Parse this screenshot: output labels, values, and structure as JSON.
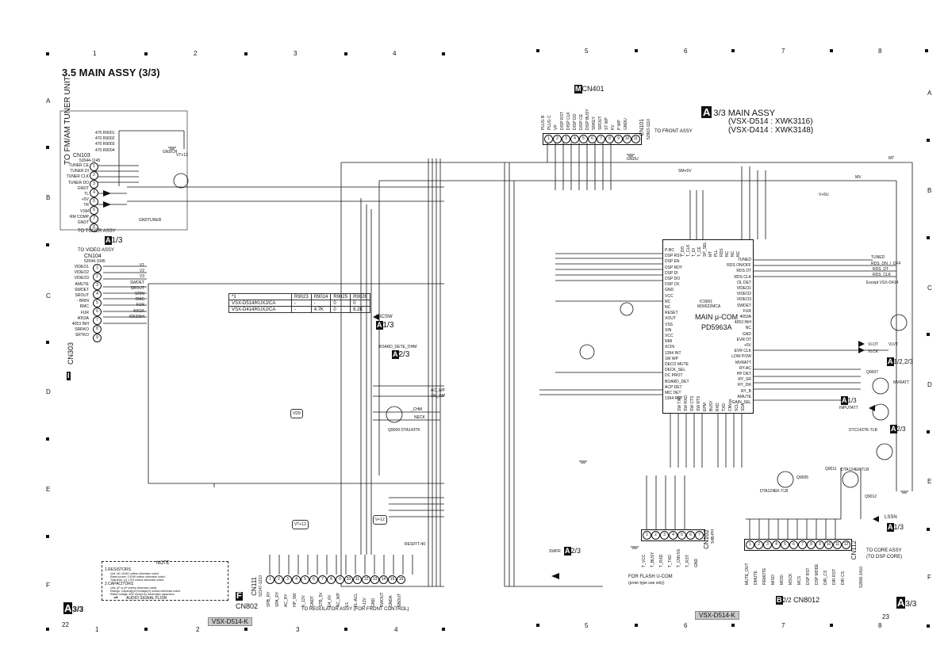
{
  "page": {
    "title": "3.5  MAIN ASSY (3/3)",
    "page_left": "22",
    "page_right": "23",
    "model_label_left": "VSX-D514-K",
    "model_label_right": "VSX-D514-K"
  },
  "grid": {
    "cols_top": [
      "1",
      "2",
      "3",
      "4",
      "5",
      "6",
      "7",
      "8"
    ],
    "cols_bottom": [
      "1",
      "2",
      "3",
      "4",
      "5",
      "6",
      "7",
      "8"
    ],
    "rows": [
      "A",
      "B",
      "C",
      "D",
      "E",
      "F"
    ]
  },
  "headings": {
    "assy_badge": "A",
    "assy_text": "3/3 MAIN ASSY",
    "model1": "(VSX-D514 : XWK3116)",
    "model2": "(VSX-D414 : XWK3148)",
    "cn401_badge": "M",
    "cn401": "CN401",
    "cn101": "CN101",
    "cn101_part": "52903-1110",
    "to_front_assy": "TO FRONT ASSY",
    "to_front_badge": "A",
    "bottom_badge_left": "A",
    "bottom_left_fraction": "3/3",
    "bottom_badge_right": "A",
    "bottom_right_fraction": "3/3"
  },
  "tuner": {
    "unit_label": "TO FM/AM TUNER UNIT",
    "cn103": "CN103",
    "cn103_part": "52044-1145",
    "pins": [
      "TUNER CE",
      "TUNER DI",
      "TUNER CLK",
      "TUNER DO",
      "GNDT",
      "TL",
      "+5V",
      "TR",
      "VSM",
      "RM COMP",
      "GNDT"
    ],
    "to_tuner": "TO TUNER ASSY",
    "badge": "A",
    "fraction": "1/3",
    "resistors": [
      "470  R9001",
      "470  R9002",
      "470  R9003",
      "470  R9004"
    ],
    "vt12": "VT+12",
    "gndch": "GNDCH",
    "gndtuner": "GNDTUNER"
  },
  "video": {
    "to_video": "TO VIDEO ASSY",
    "cn104": "CN104",
    "cn104_part": "52044-1045",
    "cn303": "CN303",
    "badge": "I",
    "pins": [
      "VIDEO1",
      "VIDEO2",
      "VIDEO3",
      "AMUTE",
      "SWDET",
      "SROUT",
      "- BRIN",
      "RMC",
      "FUR",
      "4053A",
      "4053 INH",
      "SRRKO",
      "SRTKO"
    ],
    "signals": [
      "V1",
      "V2",
      "V3",
      "SWDET",
      "SROUT",
      "SRIN",
      "RMC",
      "FUR",
      "4053A",
      "4053INH"
    ]
  },
  "table": {
    "header": [
      "*1",
      "R9023",
      "R9024",
      "R9025",
      "R9026"
    ],
    "rows": [
      [
        "VSX-D514/KUXJ/CA",
        "-",
        "-",
        "0",
        "0"
      ],
      [
        "VSX-D414/KUXJ/CA",
        "-",
        "4.7K",
        "0",
        "6.2K"
      ]
    ]
  },
  "mcu": {
    "ref": "IC9001",
    "part": "M30622MCA",
    "name": "MAIN µ-COM",
    "model": "PD5963A",
    "pins_left": [
      "P-BC",
      "DSP RST",
      "DSP EN",
      "DSP RDY",
      "DSP DI",
      "DSP DO",
      "DSP CK",
      "GND",
      "VCC",
      "NC",
      "NC",
      "RESET",
      "XOUT",
      "VSS",
      "XIN",
      "VCC",
      "NMI",
      "XCIN",
      "1394 INT",
      "1W WP",
      "DECO MUTE",
      "DECK_SEL",
      "DC PROT",
      "BOARD_DET",
      "ACP DET",
      "MIC DET",
      "1394 RST"
    ],
    "pins_right": [
      "TUNED",
      "RDS ON/OFF",
      "RDS DT",
      "RDS CLK",
      "OL DET",
      "VIDEO1",
      "VIDEO2",
      "VIDEO3",
      "SWDET",
      "FUR",
      "4053A",
      "4053 INH",
      "NC",
      "GND",
      "EVR DT",
      "+5V",
      "EVR CLK",
      "LOW POW",
      "MVRATT",
      "RY-AC",
      "HP DET",
      "RY_SR",
      "RY_DR",
      "RY_B",
      "AMUTE",
      "GAIN_SEL"
    ],
    "pins_top": [
      "T_DO",
      "T_CLK",
      "T_DI",
      "T_CE",
      "SP_SEL",
      "MT",
      "PLL",
      "RDS",
      "NC",
      "NC",
      "NC"
    ],
    "pins_bottom": [
      "SW TXD",
      "SW RXD",
      "SW CTS",
      "SW RTS",
      "EPM",
      "BUSY",
      "RXD",
      "TXD",
      "CNVss",
      "SCL",
      "SDA"
    ]
  },
  "labels": {
    "micsw": "MICSW",
    "micsw_badge": "A",
    "micsw_fraction": "1/3",
    "board_det": "BOARD_DETE_OHM",
    "board_badge": "A",
    "board_fraction": "2/3",
    "vd9": "VD9",
    "vt12a": "VT+12",
    "v12": "V+12",
    "chm": "_CHM",
    "neck": "NECK",
    "ac_wp": "AC_WP",
    "vw_wp": "1W_WP",
    "v5u": "V+5U",
    "q9009": "Q9009 DTA143TK",
    "tuned": "TUNED",
    "rds_onoff": "RDS_ON_/_OFF",
    "rds_dt": "RDS_DT",
    "rds_clk": "RDS_CLK",
    "except": "Except VSX-D414",
    "vlvt": "VLVT",
    "vlck": "VLCK",
    "vlof": "VLOT",
    "a123_badge": "A",
    "a123_fraction": "1/2,2/3",
    "mvratt": "MVRATT",
    "inputatt": "INPUTATT",
    "a13_badge": "A",
    "a13_fraction": "1/3",
    "a23_badge": "A",
    "a23_fraction": "2/3",
    "lssn": "LSSN",
    "lssn_badge": "A",
    "lssn_fraction": "1/3",
    "swfr": "SWFR",
    "swfr_badge": "A",
    "swfr_fraction": "2/3",
    "to_core": "TO CORE ASSY",
    "to_core2": "(TO DSP CORE)",
    "cn112": "CN112",
    "cn112_part": "52806-1410",
    "cn8012": "CN8012",
    "cn8012_badge": "B",
    "cn8012_fraction": "2/2",
    "cn102": "CN102",
    "cn102_part": "S4B-PH",
    "flash": "FOR FLASH U-COM",
    "flash2": "(proto type use only)",
    "cn802_badge": "F",
    "cn802": "CN802",
    "cn111": "CN111",
    "cn111_part": "52147-1210",
    "to_regulator": "TO REGULATOR ASSY (FOR FRONT CONTROL)",
    "mt": "MT",
    "mv": "MV",
    "sm5v": "SM+5V",
    "v5u2": "V+5U",
    "vp": "VP",
    "gndu": "GNDU",
    "dta124": "DTA124EK-TLB",
    "dtc143": "DTC143TK-TLB",
    "q9005": "Q9005",
    "q9007": "Q9007",
    "q9011": "Q9011",
    "q9012": "Q9012",
    "fr9011": "RES0TT-40"
  },
  "note": {
    "title": "NOTE",
    "r_head": "1.RESISTORS",
    "r1": "Unit: kΩ, M:MΩ unless otherwise noted.",
    "r2": "Rated power: 1/10W unless otherwise noted.",
    "r3": "Tolerance: (J) ± 5% unless otherwise noted.",
    "c_head": "2.CAPACITORS",
    "c1": "Unit: µF or pF unless otherwise noted.",
    "c2": "Ratings: Capacity(µF)/Voltage(V) unless otherwise noted.",
    "c3": "Rated voltage: 50V except for electrolytic capacitors.",
    "flow": "AUDIO SIGNAL FLOW"
  },
  "cn401_pins": [
    "PLUG B",
    "PLUG C",
    "VP",
    "DISP RST",
    "DISP CLK",
    "DISP DO",
    "DISP CE",
    "DISP BUSY",
    "SRKEY",
    "SROUT",
    "ST WP",
    "KV",
    "P WP",
    "GNDU"
  ],
  "cn111_pins": [
    "SPB_RY",
    "SPA_RY",
    "AC_RY",
    "HP_SW",
    "V_12V",
    "GNDT",
    "STB_5V",
    "D4_6V",
    "AC_WP",
    "V1",
    "FL-ACL",
    "+12V",
    "GND",
    "SWOUT",
    "GNDA",
    "SBOUT"
  ],
  "cn102_pins": [
    "T_VCC",
    "T_BUSY",
    "T_RXD",
    "T_TXD",
    "T_CNVSS",
    "T_RST",
    "GND"
  ],
  "cn8012_pins": [
    "MUTE_OUT",
    "DMUTE",
    "REMOTE",
    "MISO",
    "MOSI",
    "MSCK",
    "MCS",
    "DSP RST",
    "DSP MODE",
    "DIR_CS",
    "DIR RST",
    "DIR CS"
  ]
}
